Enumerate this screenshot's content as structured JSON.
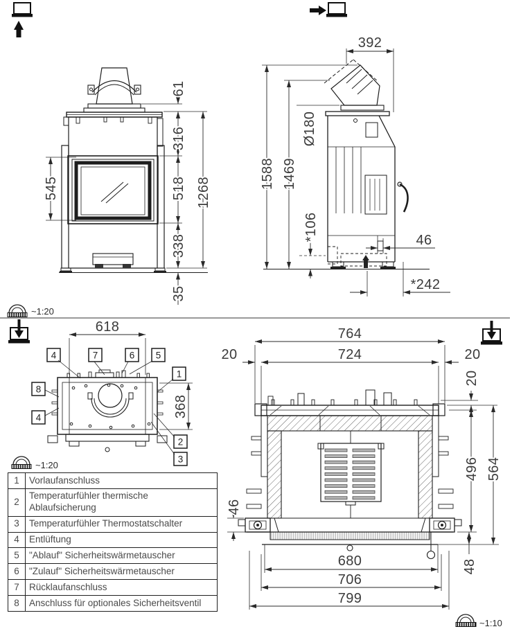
{
  "scales": {
    "top": "~1:20",
    "plan": "~1:20",
    "section": "~1:10"
  },
  "dims": {
    "front": {
      "collar_height": "61",
      "upper_height": "316",
      "door_height": "518",
      "lower_height": "338",
      "base_height": "35",
      "glass_height": "545",
      "total_height": "1268"
    },
    "side": {
      "top_depth": "392",
      "flue_diameter": "Ø180",
      "total_height": "1588",
      "collar_height": "1469",
      "bottom_clearance": "*106",
      "rear_gap": "46",
      "base_depth": "*242"
    },
    "plan": {
      "body_width": "618",
      "body_depth": "368"
    },
    "section": {
      "outer_width": "764",
      "inner_width": "724",
      "left_margin": "20",
      "right_margin": "20",
      "top_margin": "20",
      "inner_depth": "496",
      "outer_depth": "564",
      "side_gap": "46",
      "grate_width": "680",
      "pan_width": "706",
      "base_width": "799",
      "bottom_height": "48"
    }
  },
  "callouts": {
    "top": [
      "4",
      "7",
      "6",
      "5"
    ],
    "left": [
      "8",
      "4"
    ],
    "right": [
      "1",
      "2",
      "3"
    ]
  },
  "legend": {
    "rows": [
      {
        "num": "1",
        "label": "Vorlaufanschluss"
      },
      {
        "num": "2",
        "label": "Temperaturfühler thermische Ablaufsicherung"
      },
      {
        "num": "3",
        "label": "Temperaturfühler Thermostatschalter"
      },
      {
        "num": "4",
        "label": "Entlüftung"
      },
      {
        "num": "5",
        "label": "\"Ablauf\" Sicherheitswärmetauscher"
      },
      {
        "num": "6",
        "label": "\"Zulauf\" Sicherheitswärmetauscher"
      },
      {
        "num": "7",
        "label": "Rücklaufanschluss"
      },
      {
        "num": "8",
        "label": "Anschluss für optionales Sicherheitsventil"
      }
    ]
  }
}
